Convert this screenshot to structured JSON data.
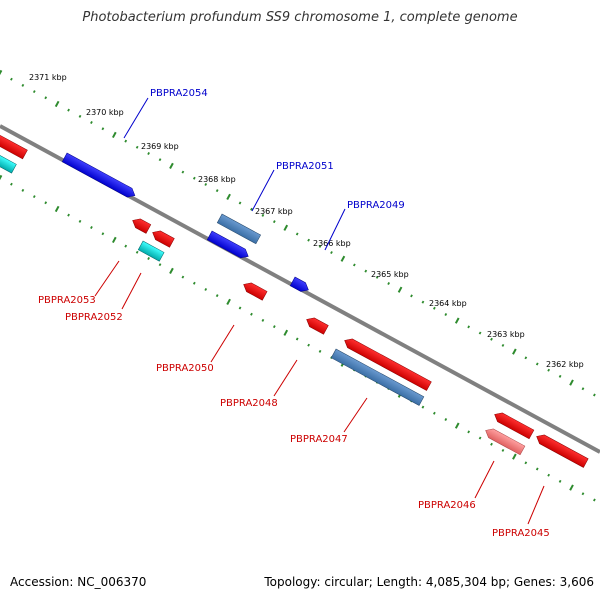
{
  "title": "Photobacterium profundum SS9 chromosome 1, complete genome",
  "footer": {
    "accession": "Accession: NC_006370",
    "summary": "Topology: circular; Length: 4,085,304 bp; Genes: 3,606"
  },
  "colors": {
    "backbone": "#808080",
    "tick": "#2e8b2e",
    "forward_gene": "#0000ee",
    "reverse_gene": "#ee0000",
    "forward_label": "#0000cc",
    "reverse_label": "#cc0000",
    "rna_forward": "#4682b4",
    "rna_reverse": "#00cccc",
    "pseudo_reverse": "#f08080"
  },
  "scale_labels": [
    "2371 kbp",
    "2370 kbp",
    "2369 kbp",
    "2368 kbp",
    "2367 kbp",
    "2366 kbp",
    "2365 kbp",
    "2364 kbp",
    "2363 kbp",
    "2362 kbp"
  ],
  "forward_labels": [
    "PBPRA2054",
    "PBPRA2051",
    "PBPRA2049"
  ],
  "reverse_labels": [
    "PBPRA2053",
    "PBPRA2052",
    "PBPRA2050",
    "PBPRA2048",
    "PBPRA2047",
    "PBPRA2046",
    "PBPRA2045"
  ]
}
